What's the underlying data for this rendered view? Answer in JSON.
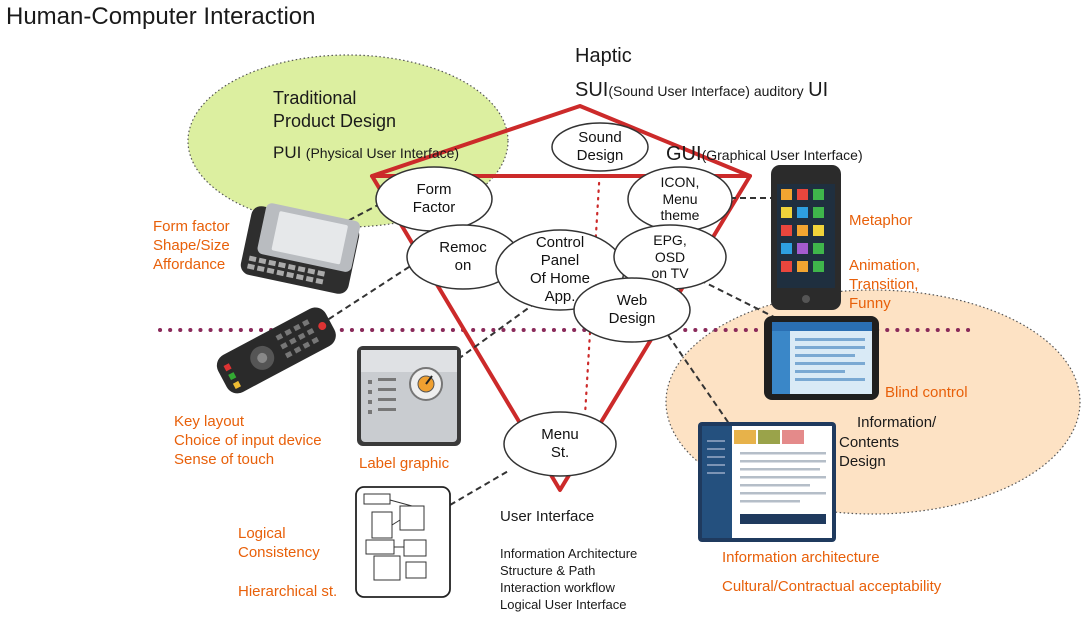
{
  "title": "Human-Computer Interaction",
  "haptic": "Haptic",
  "sui": {
    "abbr": "SUI",
    "full": "(Sound User Interface) auditory",
    "ui": "UI"
  },
  "gui": {
    "abbr": "GUI",
    "full": "(Graphical User Interface)"
  },
  "traditional": {
    "line1": "Traditional",
    "line2": "Product Design",
    "pui_abbr": "PUI",
    "pui_full": "(Physical User Interface)"
  },
  "bubbles": {
    "sound_design": "Sound\nDesign",
    "form_factor": "Form\nFactor",
    "icon_menu": "ICON,\nMenu\ntheme",
    "remocon": "Remoc\non",
    "control_panel": "Control\nPanel\nOf Home\nApp.",
    "epg": "EPG,\nOSD\non TV",
    "web_design": "Web\nDesign",
    "menu_st": "Menu\nSt."
  },
  "left_labels": {
    "form_factor": [
      "Form factor",
      "Shape/Size",
      "Affordance"
    ],
    "key_layout": [
      "Key layout",
      "Choice of input device",
      "Sense of touch"
    ],
    "label_graphic": "Label graphic",
    "logical": [
      "Logical",
      "Consistency"
    ],
    "hierarchical": "Hierarchical st."
  },
  "right_labels": {
    "metaphor": "Metaphor",
    "animation": [
      "Animation,",
      "Transition,",
      "Funny"
    ],
    "blind_control": "Blind control",
    "info_contents": [
      "Information/",
      "Contents",
      "Design"
    ],
    "info_arch": "Information architecture",
    "cultural": "Cultural/Contractual acceptability"
  },
  "user_interface": {
    "heading": "User Interface",
    "items": [
      "Information Architecture",
      "Structure & Path",
      "Interaction workflow",
      "Logical User Interface"
    ]
  },
  "colors": {
    "triangle": "#cc2a2a",
    "green_ellipse": "#dcefa0",
    "orange_ellipse": "#fde2c4",
    "dotted_line": "#8a2a5a",
    "orange_text": "#e8600a"
  }
}
